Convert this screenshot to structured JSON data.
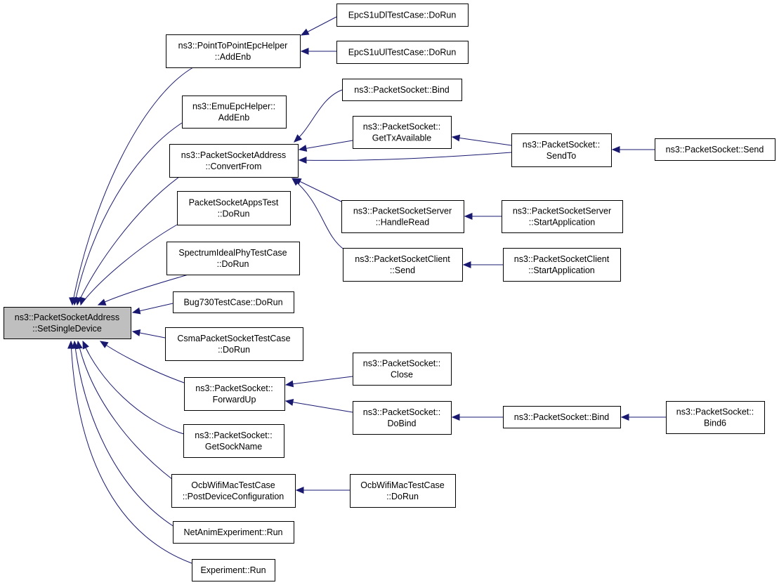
{
  "diagram": {
    "root_id": "n_root",
    "nodes": [
      {
        "id": "n_root",
        "lines": [
          "ns3::PacketSocketAddress",
          "::SetSingleDevice"
        ]
      },
      {
        "id": "n_p2p_addenb",
        "lines": [
          "ns3::PointToPointEpcHelper",
          "::AddEnb"
        ]
      },
      {
        "id": "n_s1udl",
        "lines": [
          "EpcS1uDlTestCase::DoRun"
        ]
      },
      {
        "id": "n_s1uul",
        "lines": [
          "EpcS1uUlTestCase::DoRun"
        ]
      },
      {
        "id": "n_emu_addenb",
        "lines": [
          "ns3::EmuEpcHelper::",
          "AddEnb"
        ]
      },
      {
        "id": "n_convertfrom",
        "lines": [
          "ns3::PacketSocketAddress",
          "::ConvertFrom"
        ]
      },
      {
        "id": "n_ps_bind_top",
        "lines": [
          "ns3::PacketSocket::Bind"
        ]
      },
      {
        "id": "n_gettx",
        "lines": [
          "ns3::PacketSocket::",
          "GetTxAvailable"
        ]
      },
      {
        "id": "n_sendto",
        "lines": [
          "ns3::PacketSocket::",
          "SendTo"
        ]
      },
      {
        "id": "n_send",
        "lines": [
          "ns3::PacketSocket::Send"
        ]
      },
      {
        "id": "n_server_handleread",
        "lines": [
          "ns3::PacketSocketServer",
          "::HandleRead"
        ]
      },
      {
        "id": "n_server_start",
        "lines": [
          "ns3::PacketSocketServer",
          "::StartApplication"
        ]
      },
      {
        "id": "n_client_send",
        "lines": [
          "ns3::PacketSocketClient",
          "::Send"
        ]
      },
      {
        "id": "n_client_start",
        "lines": [
          "ns3::PacketSocketClient",
          "::StartApplication"
        ]
      },
      {
        "id": "n_appstest",
        "lines": [
          "PacketSocketAppsTest",
          "::DoRun"
        ]
      },
      {
        "id": "n_spectrum",
        "lines": [
          "SpectrumIdealPhyTestCase",
          "::DoRun"
        ]
      },
      {
        "id": "n_bug730",
        "lines": [
          "Bug730TestCase::DoRun"
        ]
      },
      {
        "id": "n_csma",
        "lines": [
          "CsmaPacketSocketTestCase",
          "::DoRun"
        ]
      },
      {
        "id": "n_forwardup",
        "lines": [
          "ns3::PacketSocket::",
          "ForwardUp"
        ]
      },
      {
        "id": "n_close",
        "lines": [
          "ns3::PacketSocket::",
          "Close"
        ]
      },
      {
        "id": "n_dobind",
        "lines": [
          "ns3::PacketSocket::",
          "DoBind"
        ]
      },
      {
        "id": "n_ps_bind_low",
        "lines": [
          "ns3::PacketSocket::Bind"
        ]
      },
      {
        "id": "n_bind6",
        "lines": [
          "ns3::PacketSocket::",
          "Bind6"
        ]
      },
      {
        "id": "n_getsockname",
        "lines": [
          "ns3::PacketSocket::",
          "GetSockName"
        ]
      },
      {
        "id": "n_ocb_post",
        "lines": [
          "OcbWifiMacTestCase",
          "::PostDeviceConfiguration"
        ]
      },
      {
        "id": "n_ocb_dorun",
        "lines": [
          "OcbWifiMacTestCase",
          "::DoRun"
        ]
      },
      {
        "id": "n_netanim",
        "lines": [
          "NetAnimExperiment::Run"
        ]
      },
      {
        "id": "n_experiment",
        "lines": [
          "Experiment::Run"
        ]
      }
    ],
    "edges": [
      {
        "from": "n_p2p_addenb",
        "to": "n_root"
      },
      {
        "from": "n_emu_addenb",
        "to": "n_root"
      },
      {
        "from": "n_convertfrom",
        "to": "n_root"
      },
      {
        "from": "n_appstest",
        "to": "n_root"
      },
      {
        "from": "n_spectrum",
        "to": "n_root"
      },
      {
        "from": "n_bug730",
        "to": "n_root"
      },
      {
        "from": "n_csma",
        "to": "n_root"
      },
      {
        "from": "n_forwardup",
        "to": "n_root"
      },
      {
        "from": "n_getsockname",
        "to": "n_root"
      },
      {
        "from": "n_ocb_post",
        "to": "n_root"
      },
      {
        "from": "n_netanim",
        "to": "n_root"
      },
      {
        "from": "n_experiment",
        "to": "n_root"
      },
      {
        "from": "n_s1udl",
        "to": "n_p2p_addenb"
      },
      {
        "from": "n_s1uul",
        "to": "n_p2p_addenb"
      },
      {
        "from": "n_ps_bind_top",
        "to": "n_convertfrom"
      },
      {
        "from": "n_gettx",
        "to": "n_convertfrom"
      },
      {
        "from": "n_sendto",
        "to": "n_convertfrom"
      },
      {
        "from": "n_server_handleread",
        "to": "n_convertfrom"
      },
      {
        "from": "n_client_send",
        "to": "n_convertfrom"
      },
      {
        "from": "n_sendto",
        "to": "n_gettx"
      },
      {
        "from": "n_send",
        "to": "n_sendto"
      },
      {
        "from": "n_server_start",
        "to": "n_server_handleread"
      },
      {
        "from": "n_client_start",
        "to": "n_client_send"
      },
      {
        "from": "n_close",
        "to": "n_forwardup"
      },
      {
        "from": "n_dobind",
        "to": "n_forwardup"
      },
      {
        "from": "n_ps_bind_low",
        "to": "n_dobind"
      },
      {
        "from": "n_bind6",
        "to": "n_ps_bind_low"
      },
      {
        "from": "n_ocb_dorun",
        "to": "n_ocb_post"
      }
    ]
  }
}
